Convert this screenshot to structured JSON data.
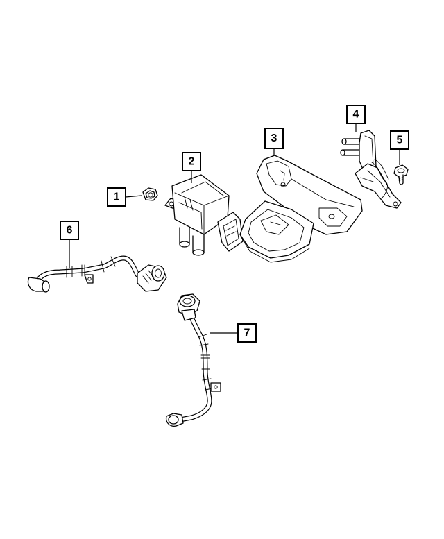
{
  "diagram": {
    "callouts": [
      {
        "id": "1",
        "label": "1"
      },
      {
        "id": "2",
        "label": "2"
      },
      {
        "id": "3",
        "label": "3"
      },
      {
        "id": "4",
        "label": "4"
      },
      {
        "id": "5",
        "label": "5"
      },
      {
        "id": "6",
        "label": "6"
      },
      {
        "id": "7",
        "label": "7"
      }
    ],
    "parts": [
      {
        "callout": "1",
        "icon": "hex-nut-icon"
      },
      {
        "callout": "2",
        "icon": "pressure-sensor-icon"
      },
      {
        "callout": "3",
        "icon": "mounting-bracket-icon"
      },
      {
        "callout": "4",
        "icon": "stud-bracket-icon"
      },
      {
        "callout": "5",
        "icon": "bolt-icon"
      },
      {
        "callout": "6",
        "icon": "tube-assembly-icon"
      },
      {
        "callout": "7",
        "icon": "tube-assembly-icon"
      }
    ],
    "colors": {
      "line": "#000000",
      "background": "#ffffff"
    }
  }
}
